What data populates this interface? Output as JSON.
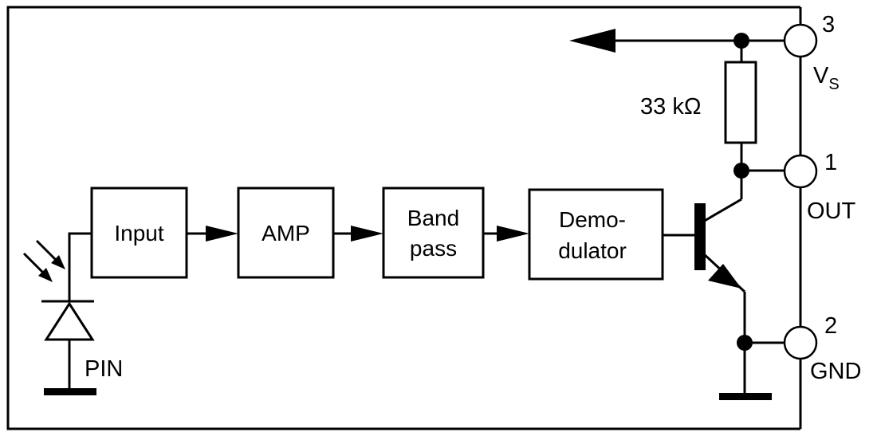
{
  "blocks": {
    "input": "Input",
    "amp": "AMP",
    "bandpass_line1": "Band",
    "bandpass_line2": "pass",
    "demod_line1": "Demo-",
    "demod_line2": "dulator"
  },
  "labels": {
    "pin_diode": "PIN",
    "resistor": "33 kΩ"
  },
  "pins": {
    "vs_number": "3",
    "vs_name": "V",
    "vs_subscript": "S",
    "out_number": "1",
    "out_name": "OUT",
    "gnd_number": "2",
    "gnd_name": "GND"
  }
}
